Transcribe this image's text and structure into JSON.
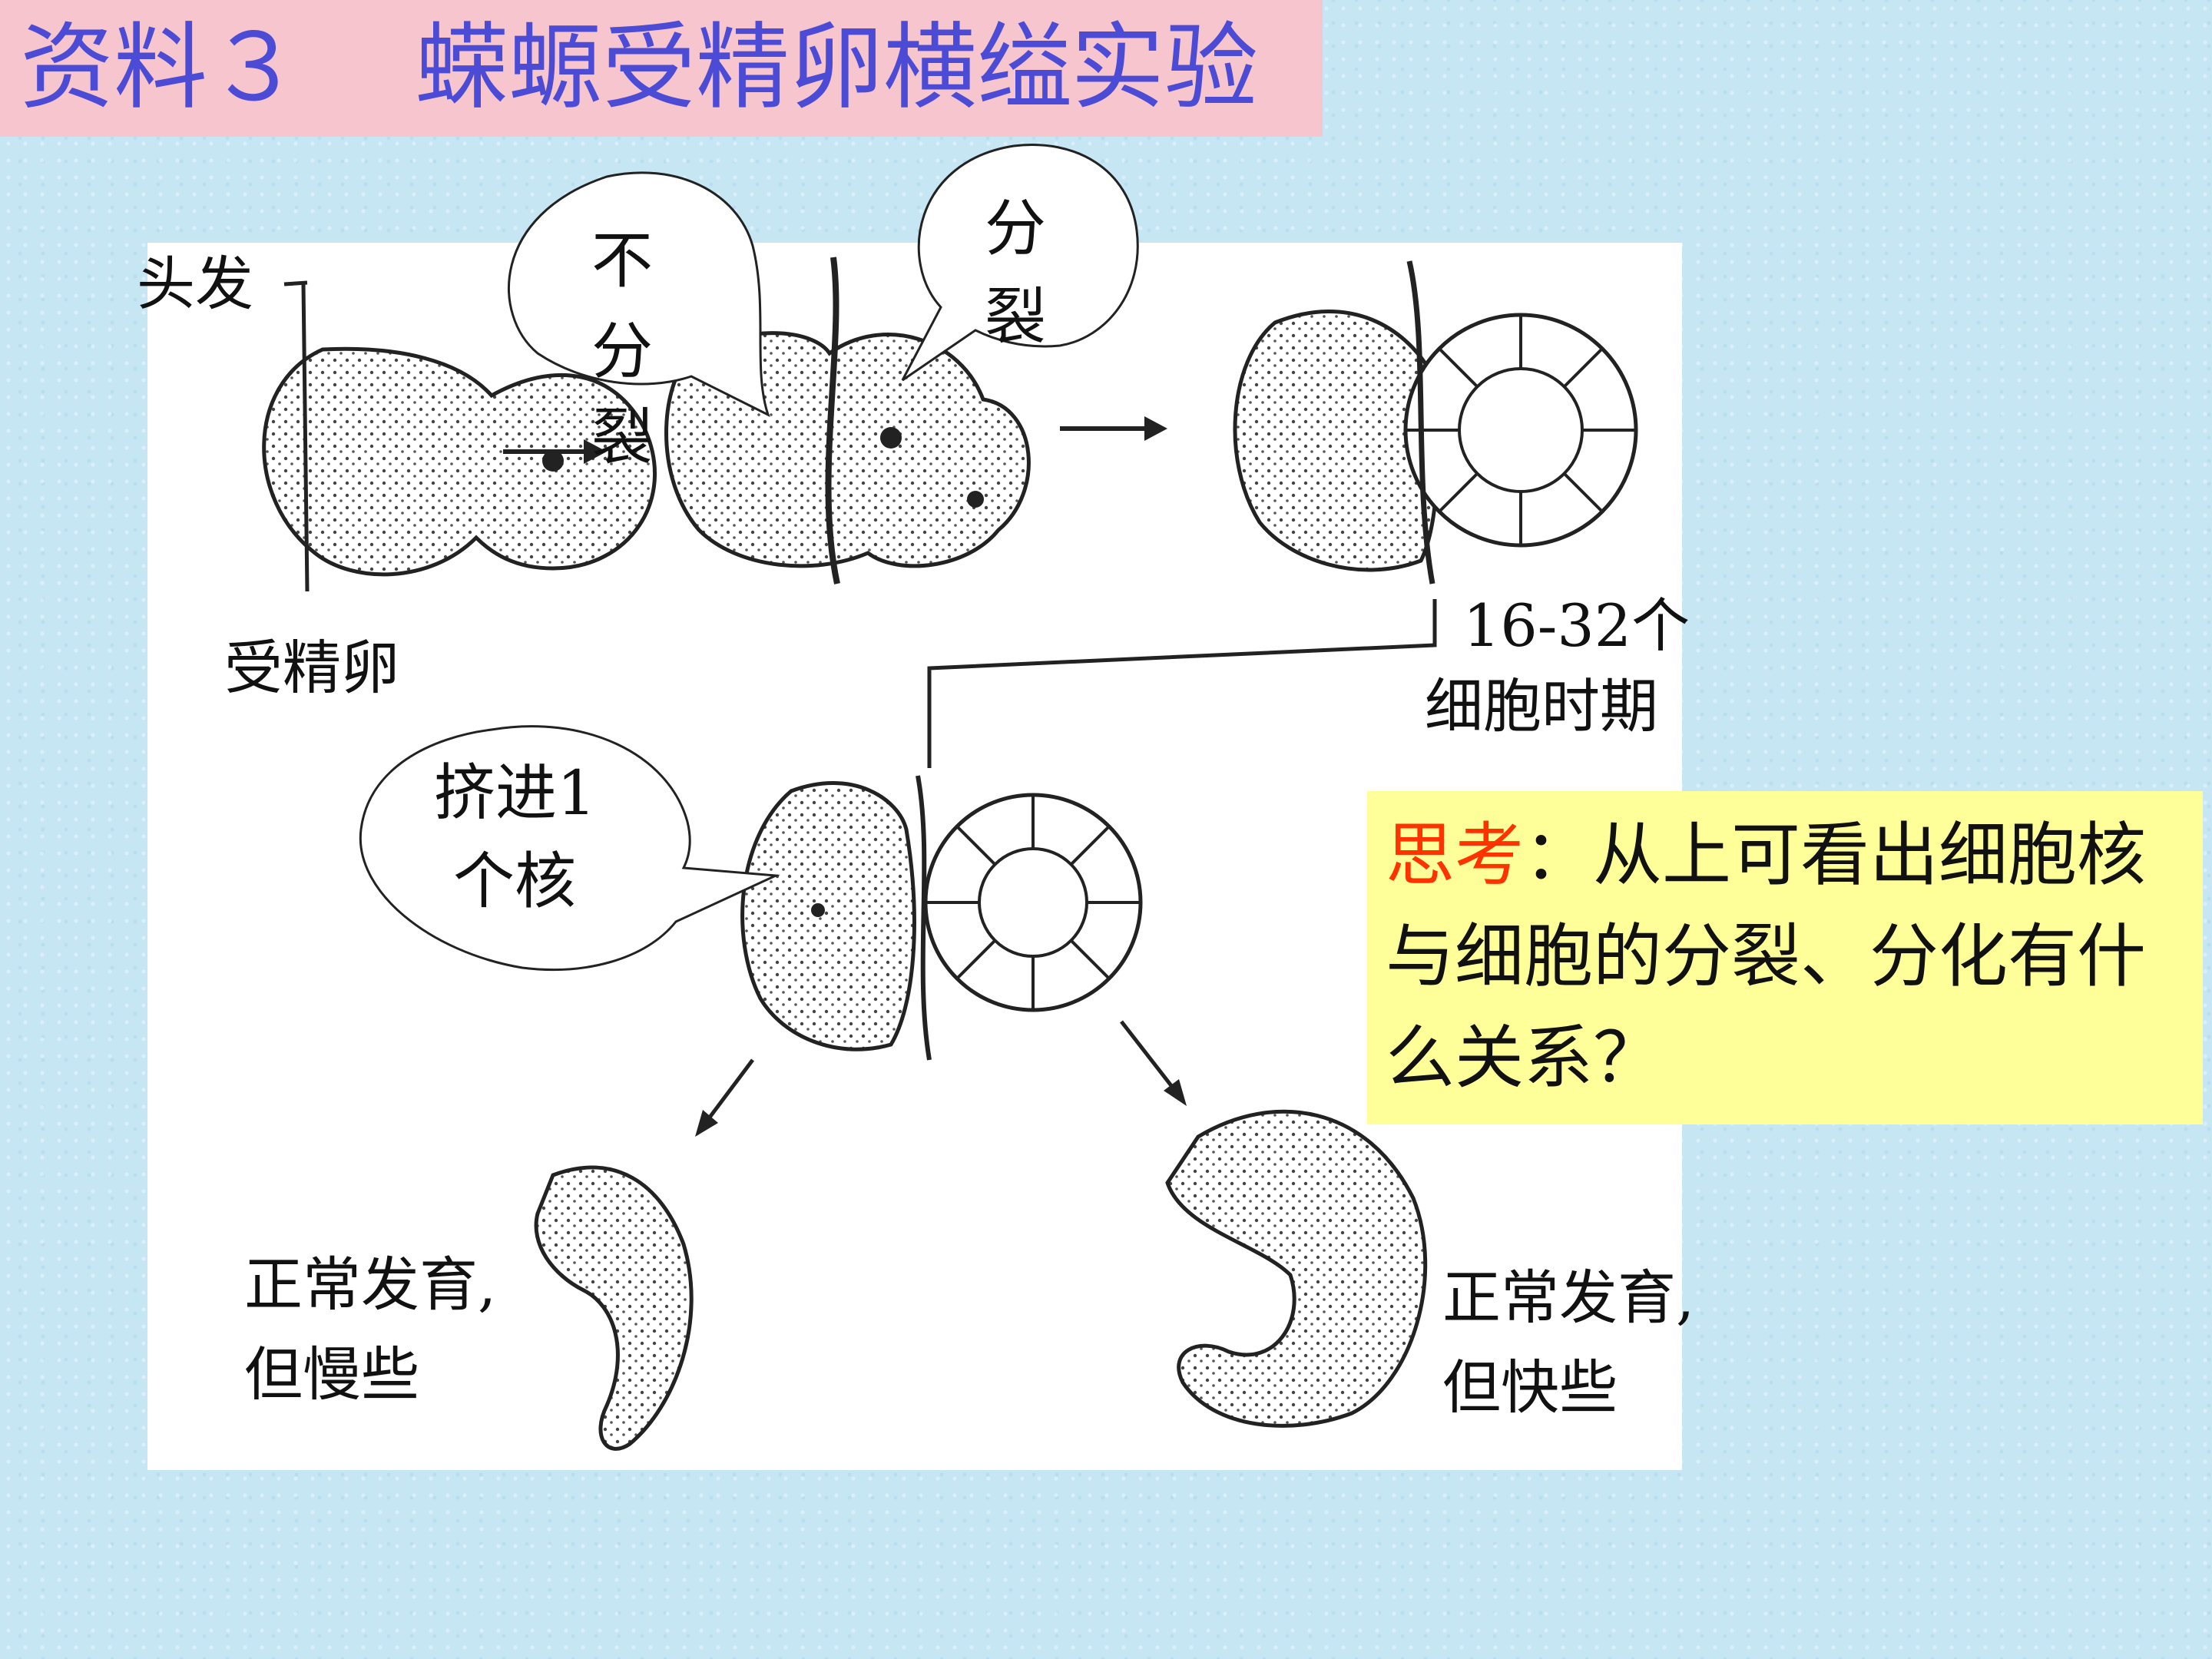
{
  "title": {
    "material": "资料３",
    "experiment": "蝾螈受精卵横缢实验"
  },
  "labels": {
    "hair": "头发",
    "fertilized_egg": "受精卵",
    "stage_line1": "16-32个",
    "stage_line2": "细胞时期",
    "slow_line1": "正常发育,",
    "slow_line2": "但慢些",
    "fast_line1": "正常发育,",
    "fast_line2": "但快些"
  },
  "bubbles": {
    "no_division": [
      "不",
      "分",
      "裂"
    ],
    "division": [
      "分",
      "裂"
    ],
    "squeeze_line1": "挤进1",
    "squeeze_line2": "个核"
  },
  "think": {
    "key": "思考",
    "question": "：从上可看出细胞核与细胞的分裂、分化有什么关系？"
  },
  "colors": {
    "title_bg": "#f7c5cd",
    "title_text": "#4b4bd6",
    "think_bg": "#ffff99",
    "think_key": "#ff3300"
  }
}
